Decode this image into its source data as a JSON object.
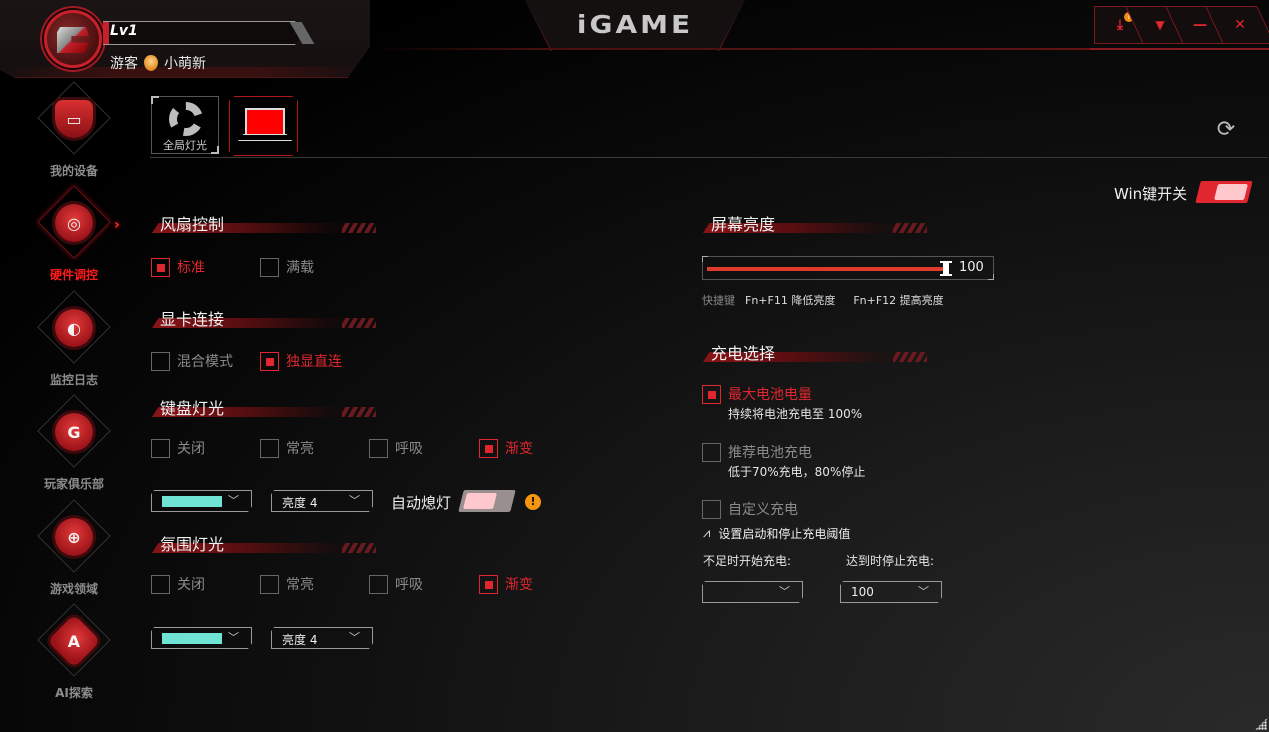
{
  "header": {
    "level": "Lv1",
    "user_role": "游客",
    "user_title": "小萌新",
    "brand": "iGAME",
    "window_controls": [
      {
        "name": "download-updates",
        "glyph": "⤓"
      },
      {
        "name": "skin",
        "glyph": "👕"
      },
      {
        "name": "minimize",
        "glyph": "—"
      },
      {
        "name": "close",
        "glyph": "✕"
      }
    ]
  },
  "sidebar": {
    "items": [
      {
        "label": "我的设备",
        "icon": "monitor-icon",
        "active": false
      },
      {
        "label": "硬件调控",
        "icon": "dpad-icon",
        "active": true
      },
      {
        "label": "监控日志",
        "icon": "gauge-icon",
        "active": false
      },
      {
        "label": "玩家俱乐部",
        "icon": "club-logo-icon",
        "active": false
      },
      {
        "label": "游戏领域",
        "icon": "gamepad-icon",
        "active": false
      },
      {
        "label": "AI探索",
        "icon": "ai-icon",
        "active": false
      }
    ]
  },
  "tabs": [
    {
      "label": "全局灯光",
      "icon": "ring-icon"
    },
    {
      "label": "",
      "icon": "laptop-icon",
      "active": true
    }
  ],
  "win_key": {
    "label": "Win键开关",
    "on": true
  },
  "fan_control": {
    "title": "风扇控制",
    "options": [
      {
        "label": "标准",
        "checked": true
      },
      {
        "label": "满载",
        "checked": false
      }
    ]
  },
  "gpu_connection": {
    "title": "显卡连接",
    "options": [
      {
        "label": "混合模式",
        "checked": false
      },
      {
        "label": "独显直连",
        "checked": true
      }
    ]
  },
  "keyboard_light": {
    "title": "键盘灯光",
    "options": [
      {
        "label": "关闭",
        "checked": false
      },
      {
        "label": "常亮",
        "checked": false
      },
      {
        "label": "呼吸",
        "checked": false
      },
      {
        "label": "渐变",
        "checked": true
      }
    ],
    "color": "#6fe3d4",
    "brightness": "亮度 4",
    "auto_off_label": "自动熄灯",
    "auto_off_on": false
  },
  "ambient_light": {
    "title": "氛围灯光",
    "options": [
      {
        "label": "关闭",
        "checked": false
      },
      {
        "label": "常亮",
        "checked": false
      },
      {
        "label": "呼吸",
        "checked": false
      },
      {
        "label": "渐变",
        "checked": true
      }
    ],
    "color": "#6fe3d4",
    "brightness": "亮度 4"
  },
  "screen_brightness": {
    "title": "屏幕亮度",
    "value": "100",
    "hotkey_label": "快捷键",
    "hotkey_down": "Fn+F11 降低亮度",
    "hotkey_up": "Fn+F12 提高亮度"
  },
  "charging": {
    "title": "充电选择",
    "options": [
      {
        "label": "最大电池电量",
        "desc": "持续将电池充电至 100%",
        "checked": true
      },
      {
        "label": "推荐电池充电",
        "desc": "低于70%充电，80%停止",
        "checked": false
      },
      {
        "label": "自定义充电",
        "desc": "",
        "checked": false
      }
    ],
    "threshold_label": "设置启动和停止充电阈值",
    "start_label": "不足时开始充电:",
    "start_value": "",
    "stop_label": "达到时停止充电:",
    "stop_value": "100"
  },
  "colors": {
    "accent": "#e0262e",
    "swatch": "#6fe3d4",
    "warning": "#f5960e"
  }
}
